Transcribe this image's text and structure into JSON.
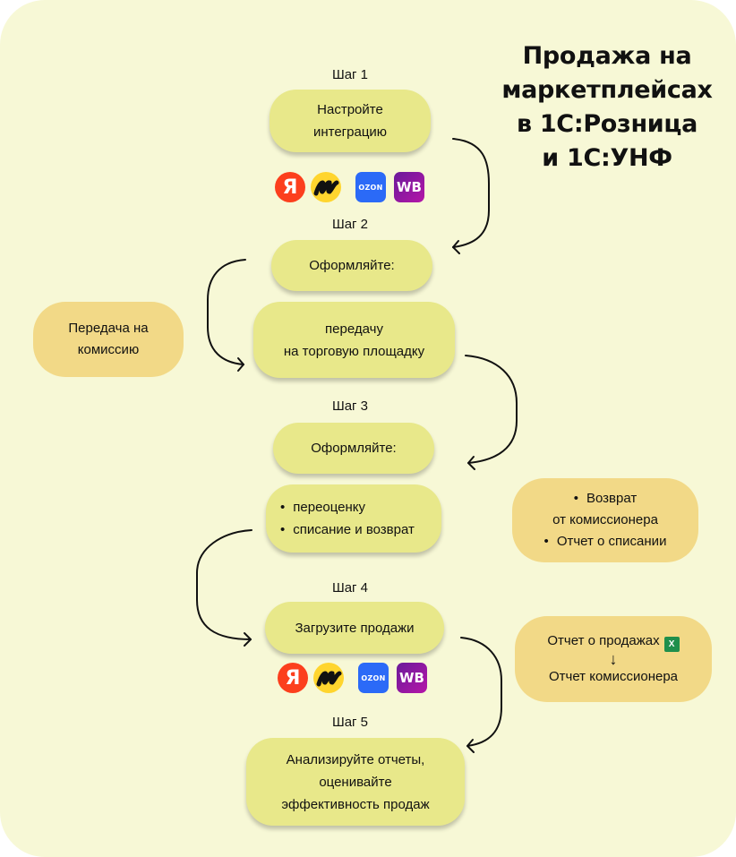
{
  "title": [
    "Продажа на",
    "маркетплейсах",
    "в 1С:Розница",
    "и 1С:УНФ"
  ],
  "steps": [
    {
      "label": "Шаг 1",
      "boxes": [
        {
          "lines": [
            "Настройте",
            "интеграцию"
          ]
        }
      ]
    },
    {
      "label": "Шаг 2",
      "boxes": [
        {
          "lines": [
            "Оформляйте:"
          ]
        },
        {
          "lines": [
            "передачу",
            "на торговую площадку"
          ]
        }
      ]
    },
    {
      "label": "Шаг 3",
      "boxes": [
        {
          "lines": [
            "Оформляйте:"
          ]
        },
        {
          "bullets": [
            "переоценку",
            "списание и возврат"
          ]
        }
      ]
    },
    {
      "label": "Шаг 4",
      "boxes": [
        {
          "lines": [
            "Загрузите продажи"
          ]
        }
      ]
    },
    {
      "label": "Шаг 5",
      "boxes": [
        {
          "lines": [
            "Анализируйте отчеты,",
            "оценивайте",
            "эффективность продаж"
          ]
        }
      ]
    }
  ],
  "marketplaces": [
    {
      "name": "Яндекс",
      "icon": "yandex-logo-icon",
      "glyph": "Я",
      "color": "#fc3f1d"
    },
    {
      "name": "Яндекс Маркет",
      "icon": "yandex-market-logo-icon",
      "color": "#ffd52e"
    },
    {
      "name": "OZON",
      "icon": "ozon-logo-icon",
      "glyph": "OZON",
      "color": "#2b6af7"
    },
    {
      "name": "Wildberries",
      "icon": "wildberries-logo-icon",
      "glyph": "WB",
      "color": "#8b17a6"
    }
  ],
  "side_notes": {
    "commission": {
      "lines": [
        "Передача на",
        "комиссию"
      ]
    },
    "returns": {
      "line1": "Возврат",
      "line2": "от комиссионера",
      "line3": "Отчет о списании"
    },
    "reports": {
      "top": "Отчет о продажах",
      "excel_glyph": "X",
      "arrow": "↓",
      "bottom": "Отчет комиссионера"
    }
  },
  "colors": {
    "background": "#f7f8d6",
    "step_box": "#e8e88a",
    "side_box": "#f2d987",
    "arrow": "#111111"
  }
}
